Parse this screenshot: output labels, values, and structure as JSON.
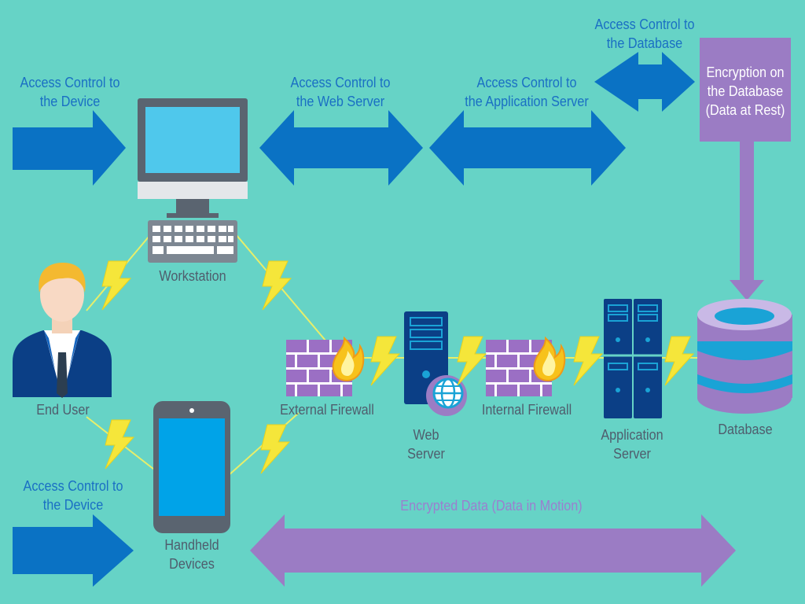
{
  "colors": {
    "background": "#66d3c6",
    "arrow_blue": "#0a72c4",
    "encryption_purple": "#9b7cc4",
    "bolt_yellow": "#f5e63a",
    "firewall_brick": "#9b6fc4",
    "server_navy": "#0b3f86",
    "database_purple": "#9b7cc4",
    "database_band": "#1aa3d6"
  },
  "access_labels": {
    "device_top": [
      "Access Control to",
      "the Device"
    ],
    "web_server": [
      "Access Control to",
      "the Web Server"
    ],
    "app_server": [
      "Access Control to",
      "the Application Server"
    ],
    "database": [
      "Access Control to",
      "the Database"
    ],
    "device_bottom": [
      "Access Control to",
      "the Device"
    ]
  },
  "encryption_box": [
    "Encryption on",
    "the Database",
    "(Data at Rest)"
  ],
  "encrypted_motion_label": "Encrypted Data (Data in Motion)",
  "nodes": {
    "workstation": [
      "Workstation"
    ],
    "end_user": [
      "End User"
    ],
    "handheld": [
      "Handheld",
      "Devices"
    ],
    "external_firewall": [
      "External Firewall"
    ],
    "web_server": [
      "Web",
      "Server"
    ],
    "internal_firewall": [
      "Internal Firewall"
    ],
    "app_server": [
      "Application",
      "Server"
    ],
    "database": [
      "Database"
    ]
  },
  "icons": [
    "monitor-icon",
    "keyboard-icon",
    "person-icon",
    "tablet-icon",
    "firewall-icon",
    "flame-icon",
    "server-icon",
    "globe-icon",
    "database-icon",
    "lightning-bolt-icon"
  ]
}
